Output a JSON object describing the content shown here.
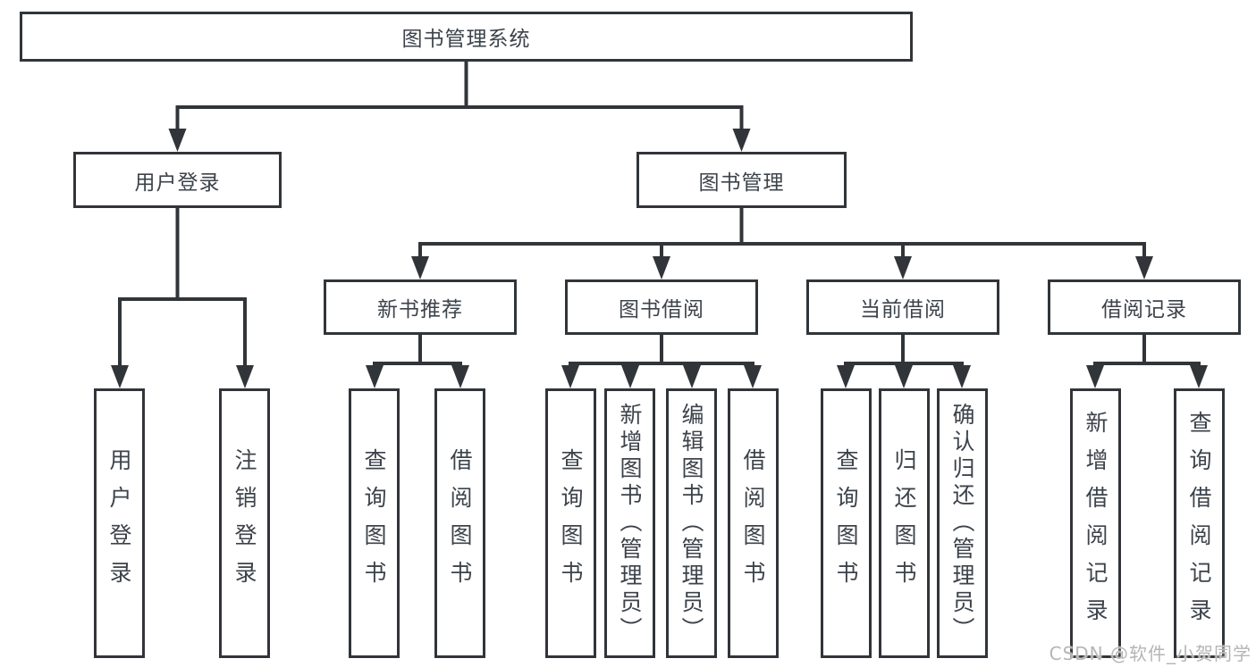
{
  "colors": {
    "line": "#313539",
    "text": "#3d434b",
    "background": "#ffffff",
    "watermark": "#b5b5b5"
  },
  "watermark": {
    "text": "CSDN @软件_小贺同学"
  },
  "nodes": {
    "root": {
      "label": "图书管理系统",
      "children": [
        {
          "label": "用户登录",
          "children": [
            {
              "label": "用户登录"
            },
            {
              "label": "注销登录"
            }
          ]
        },
        {
          "label": "图书管理",
          "children": [
            {
              "label": "新书推荐",
              "children": [
                {
                  "label": "查询图书"
                },
                {
                  "label": "借阅图书"
                }
              ]
            },
            {
              "label": "图书借阅",
              "children": [
                {
                  "label": "查询图书"
                },
                {
                  "label": "新增图书（管理员）"
                },
                {
                  "label": "编辑图书（管理员）"
                },
                {
                  "label": "借阅图书"
                }
              ]
            },
            {
              "label": "当前借阅",
              "children": [
                {
                  "label": "查询图书"
                },
                {
                  "label": "归还图书"
                },
                {
                  "label": "确认归还（管理员）"
                }
              ]
            },
            {
              "label": "借阅记录",
              "children": [
                {
                  "label": "新增借阅记录"
                },
                {
                  "label": "查询借阅记录"
                }
              ]
            }
          ]
        }
      ]
    }
  }
}
